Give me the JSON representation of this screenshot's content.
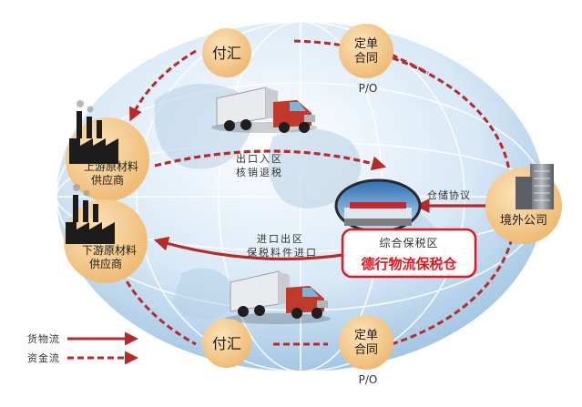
{
  "nodes": {
    "payment_top": "付汇",
    "order_top_line1": "定单",
    "order_top_line2": "合同",
    "po_top": "P/O",
    "upstream_line1": "上游原材料",
    "upstream_line2": "供应商",
    "downstream_line1": "下游原材料",
    "downstream_line2": "供应商",
    "overseas": "境外公司",
    "payment_bottom": "付汇",
    "order_bottom_line1": "定单",
    "order_bottom_line2": "合同",
    "po_bottom": "P/O"
  },
  "flows": {
    "export_line1": "出口入区",
    "export_line2": "核销退税",
    "import_line1": "进口出区",
    "import_line2": "保税料件进口",
    "storage_agreement": "仓储协议"
  },
  "zone": {
    "label": "综合保税区",
    "highlight": "德行物流保税仓"
  },
  "legend": {
    "goods_flow": "货物流",
    "funds_flow": "资金流"
  },
  "colors": {
    "flow_red": "#b8292a",
    "node_fill": "#f3c98b",
    "highlight_red": "#e8141e"
  }
}
